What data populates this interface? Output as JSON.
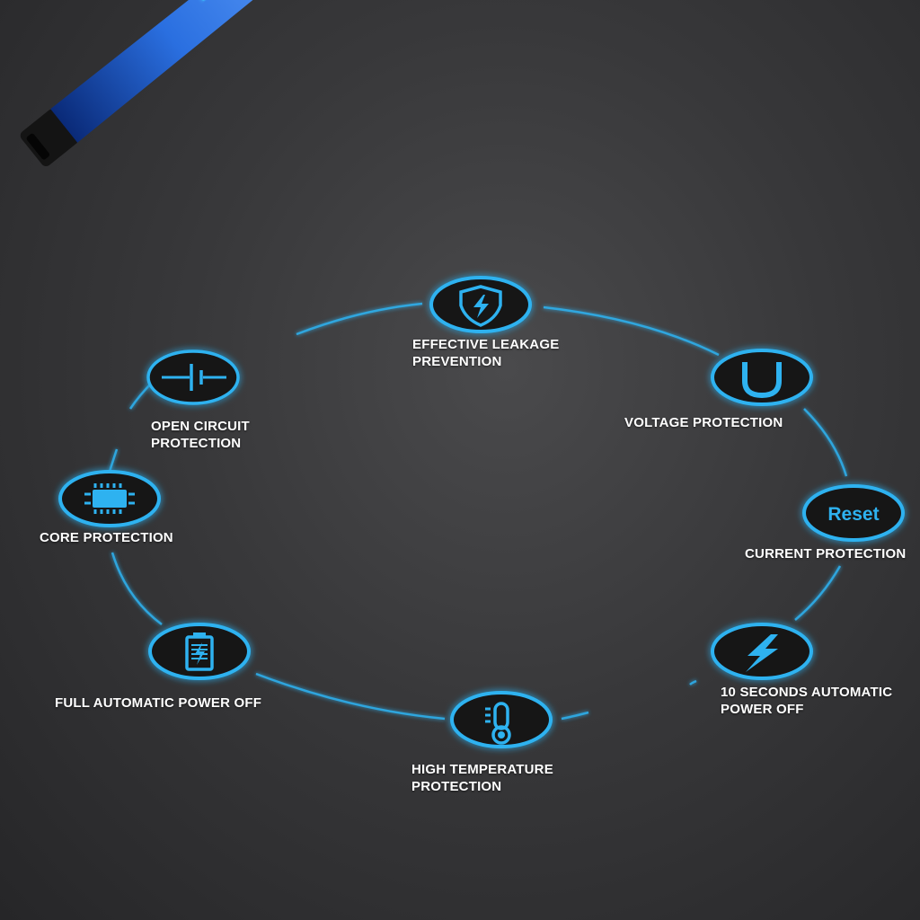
{
  "features": [
    {
      "id": "leakage",
      "icon": "shield-bolt-icon",
      "lines": [
        "EFFECTIVE LEAKAGE",
        "PREVENTION"
      ]
    },
    {
      "id": "voltage",
      "icon": "u-letter-icon",
      "lines": [
        "VOLTAGE PROTECTION"
      ]
    },
    {
      "id": "current",
      "icon": "reset-text-icon",
      "icon_text": "Reset",
      "lines": [
        "CURRENT PROTECTION"
      ]
    },
    {
      "id": "auto-off-10s",
      "icon": "lightning-bolt-icon",
      "lines": [
        "10 SECONDS AUTOMATIC",
        "POWER OFF"
      ]
    },
    {
      "id": "high-temp",
      "icon": "thermometer-icon",
      "lines": [
        "HIGH TEMPERATURE",
        "PROTECTION"
      ]
    },
    {
      "id": "full-auto-off",
      "icon": "battery-icon",
      "lines": [
        "FULL AUTOMATIC POWER OFF"
      ]
    },
    {
      "id": "core",
      "icon": "chip-icon",
      "lines": [
        "CORE PROTECTION"
      ]
    },
    {
      "id": "open-circuit",
      "icon": "capacitor-icon",
      "lines": [
        "OPEN CIRCUIT",
        "PROTECTION"
      ]
    }
  ],
  "colors": {
    "accent": "#2fb2f0",
    "lighter_body": "#1f5fd0",
    "arc_tip": "#c040ff",
    "label_text": "#ffffff"
  }
}
